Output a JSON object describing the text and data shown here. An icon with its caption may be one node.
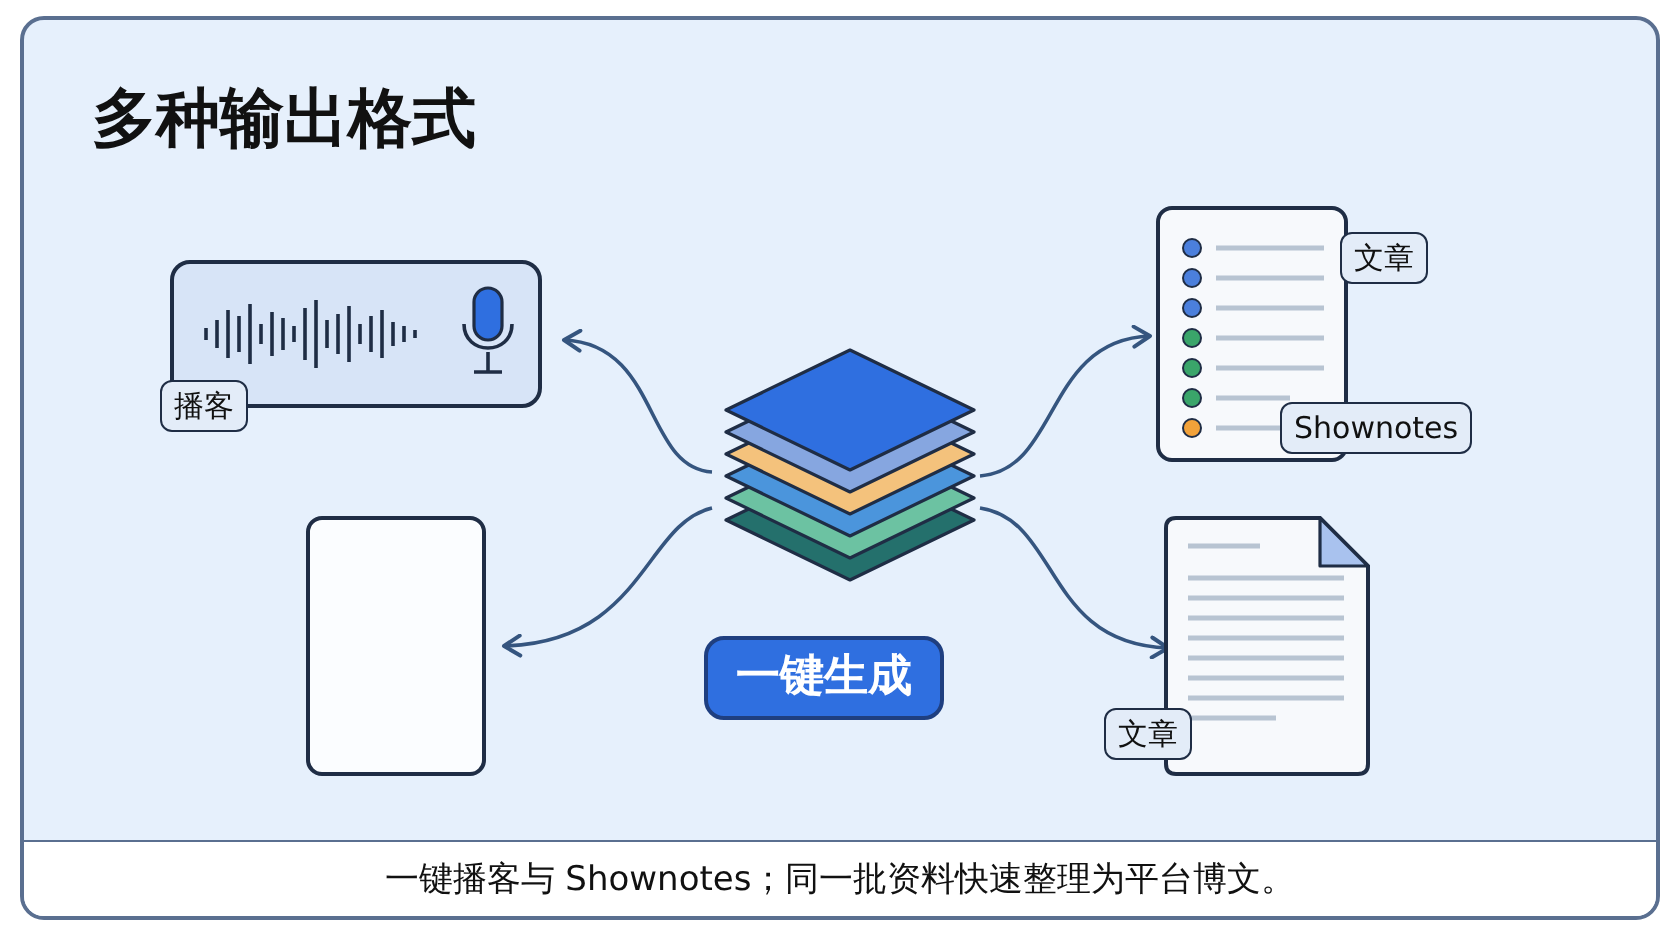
{
  "diagram": {
    "title": "多种输出格式",
    "caption": "一键播客与 Shownotes；同一批资料快速整理为平台博文。",
    "nodes": [
      {
        "text": [],
        "shape": "stack"
      },
      {
        "text": [
          "一键生成"
        ]
      },
      {
        "text": [
          "播客"
        ]
      },
      {
        "text": [],
        "shape": "box"
      },
      {
        "text": [
          "文章",
          "Shownotes"
        ]
      },
      {
        "text": [
          "文章"
        ]
      }
    ],
    "edges": [
      {
        "from": 0,
        "to": 2,
        "arrow": "to"
      },
      {
        "from": 0,
        "to": 3,
        "arrow": "to"
      },
      {
        "from": 0,
        "to": 4,
        "arrow": "to"
      },
      {
        "from": 0,
        "to": 5,
        "arrow": "to"
      }
    ]
  }
}
